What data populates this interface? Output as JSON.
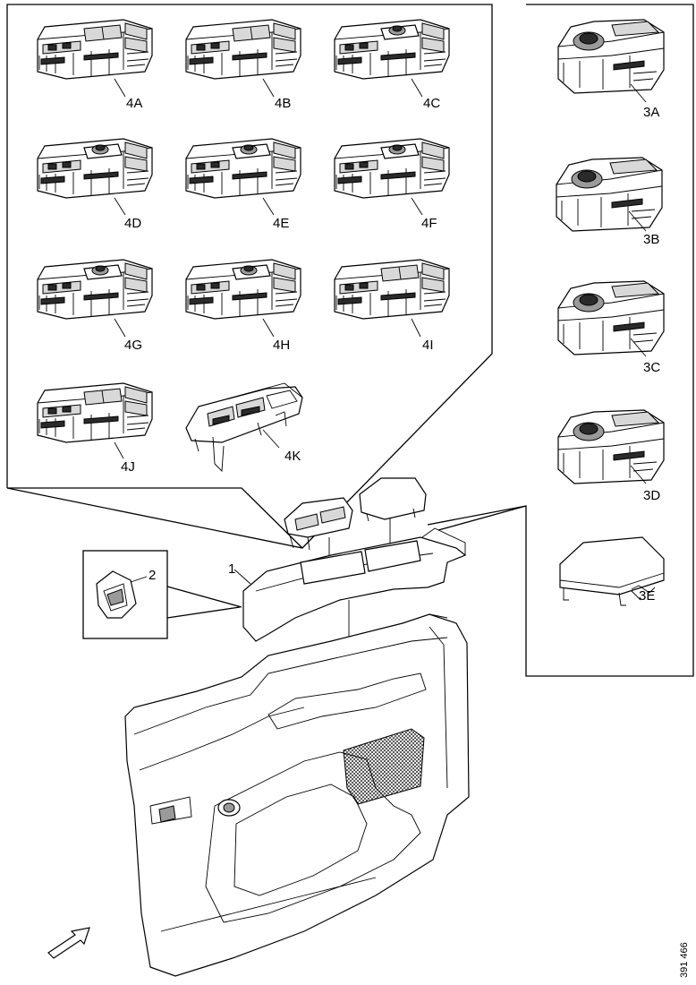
{
  "window_switches": [
    {
      "label": "4A",
      "icon": "window-switch-4-button-icon"
    },
    {
      "label": "4B",
      "icon": "window-switch-4-button-icon"
    },
    {
      "label": "4C",
      "icon": "window-switch-mirror-knob-icon"
    },
    {
      "label": "4D",
      "icon": "window-switch-mirror-knob-icon"
    },
    {
      "label": "4E",
      "icon": "window-switch-mirror-knob-icon"
    },
    {
      "label": "4F",
      "icon": "window-switch-mirror-knob-icon"
    },
    {
      "label": "4G",
      "icon": "window-switch-mirror-knob-icon"
    },
    {
      "label": "4H",
      "icon": "window-switch-mirror-knob-icon"
    },
    {
      "label": "4I",
      "icon": "window-switch-4-button-icon"
    },
    {
      "label": "4J",
      "icon": "window-switch-2-button-icon"
    },
    {
      "label": "4K",
      "icon": "window-switch-2-button-icon"
    }
  ],
  "mirror_controls": [
    {
      "label": "3A",
      "icon": "mirror-control-knob-icon"
    },
    {
      "label": "3B",
      "icon": "mirror-control-knob-icon"
    },
    {
      "label": "3C",
      "icon": "mirror-control-knob-icon"
    },
    {
      "label": "3D",
      "icon": "mirror-control-knob-icon"
    },
    {
      "label": "3E",
      "icon": "blank-cover-icon"
    }
  ],
  "parts": {
    "armrest": "1",
    "clip": "2"
  },
  "reference": "391 466"
}
